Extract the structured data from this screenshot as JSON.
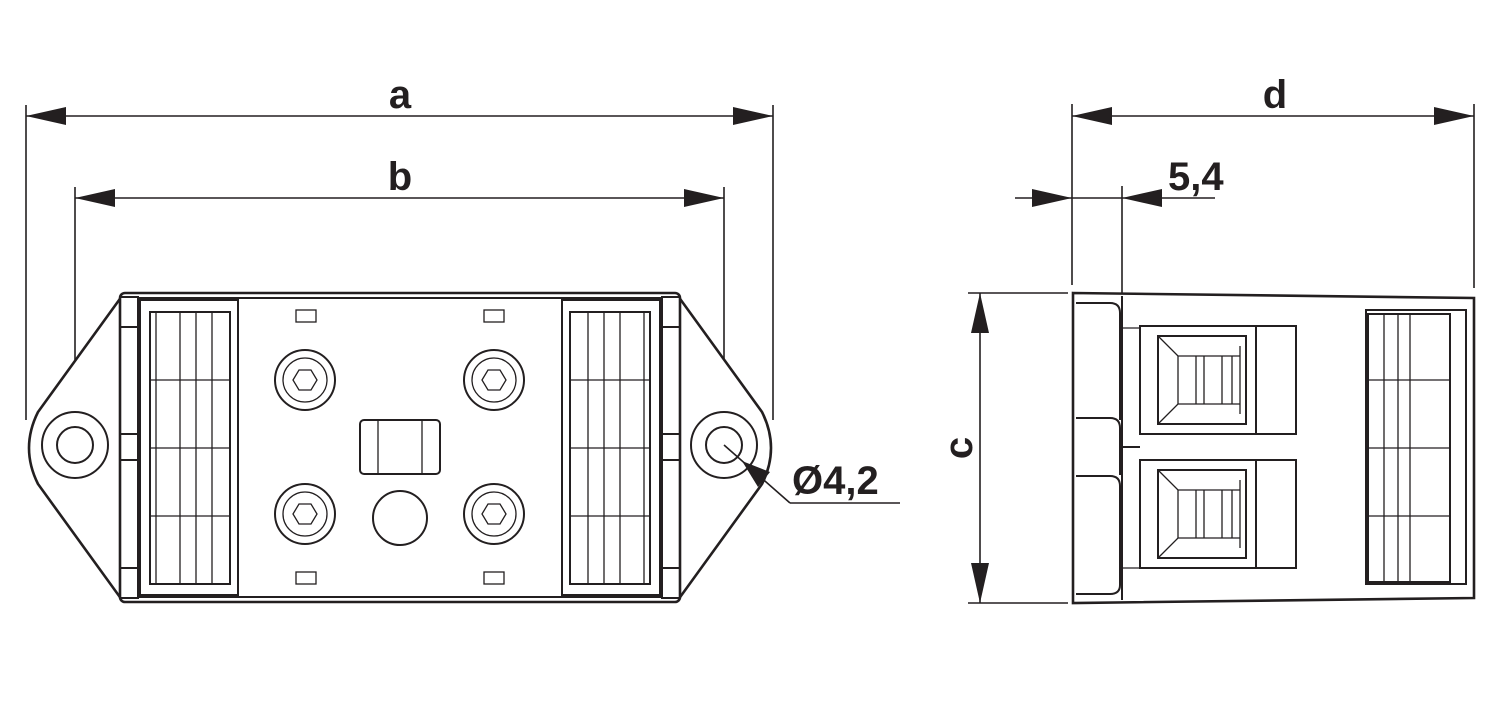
{
  "dimensions": {
    "a": "a",
    "b": "b",
    "c": "c",
    "d": "d",
    "offset": "5,4",
    "hole_diameter": "Ø4,2"
  }
}
